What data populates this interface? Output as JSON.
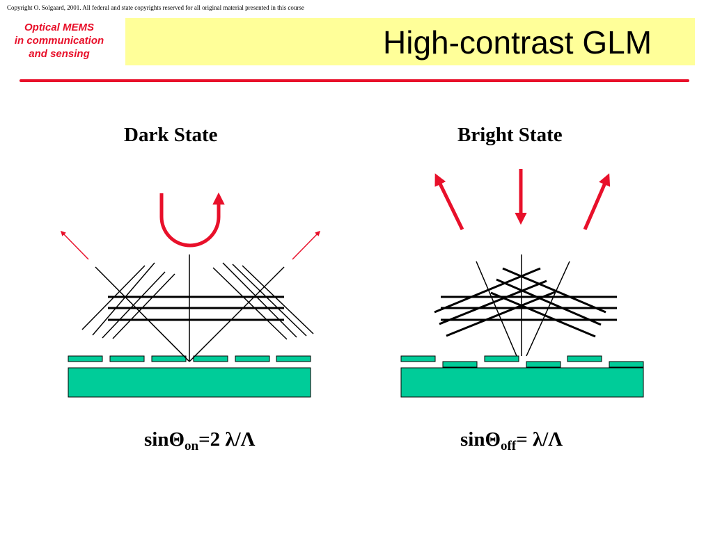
{
  "copyright": "Copyright O. Solgaard, 2001. All federal and state copyrights reserved for all original material presented in this course",
  "course": {
    "line1": "Optical MEMS",
    "line2": "in communication",
    "line3": "and sensing"
  },
  "title": "High-contrast GLM",
  "dark": {
    "label": "Dark State",
    "formula": {
      "prefix": "sinΘ",
      "sub": "on",
      "suffix": "=2 λ/Λ"
    }
  },
  "bright": {
    "label": "Bright State",
    "formula": {
      "prefix": "sinΘ",
      "sub": "off",
      "suffix": "= λ/Λ"
    }
  },
  "colors": {
    "accent_red": "#e8102a",
    "title_bg": "#ffff99",
    "grating": "#00cc99"
  }
}
